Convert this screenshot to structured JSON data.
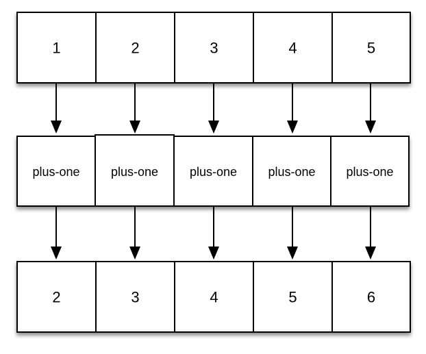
{
  "diagram": {
    "inputs": [
      "1",
      "2",
      "3",
      "4",
      "5"
    ],
    "functions": [
      "plus-one",
      "plus-one",
      "plus-one",
      "plus-one",
      "plus-one"
    ],
    "outputs": [
      "2",
      "3",
      "4",
      "5",
      "6"
    ]
  }
}
